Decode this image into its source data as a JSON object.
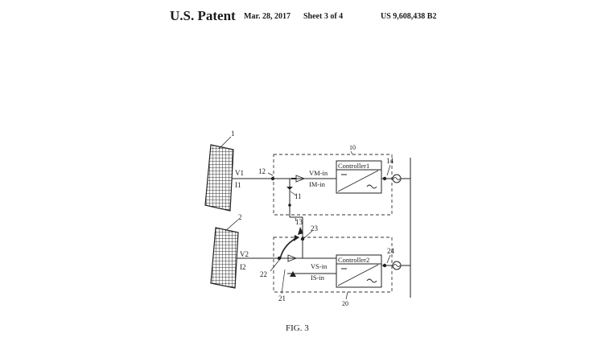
{
  "header": {
    "title": "U.S. Patent",
    "date": "Mar. 28, 2017",
    "sheet": "Sheet 3 of 4",
    "patent_number": "US 9,608,438 B2"
  },
  "diagram": {
    "refs": {
      "pv1": "1",
      "pv2": "2",
      "converter_master": "10",
      "input_master": "12",
      "output_master": "14",
      "switch_master": "11",
      "link": "13",
      "converter_slave": "20",
      "input_slave": "22",
      "output_slave": "24",
      "switch_slave": "21",
      "node_slave": "23"
    },
    "labels": {
      "v1": "V1",
      "i1": "I1",
      "v2": "V2",
      "i2": "I2",
      "vm_in": "VM-in",
      "im_in": "IM-in",
      "vs_in": "VS-in",
      "is_in": "IS-in",
      "controller1": "Controller1",
      "controller2": "Controller2"
    }
  },
  "figure_caption": "FIG. 3"
}
